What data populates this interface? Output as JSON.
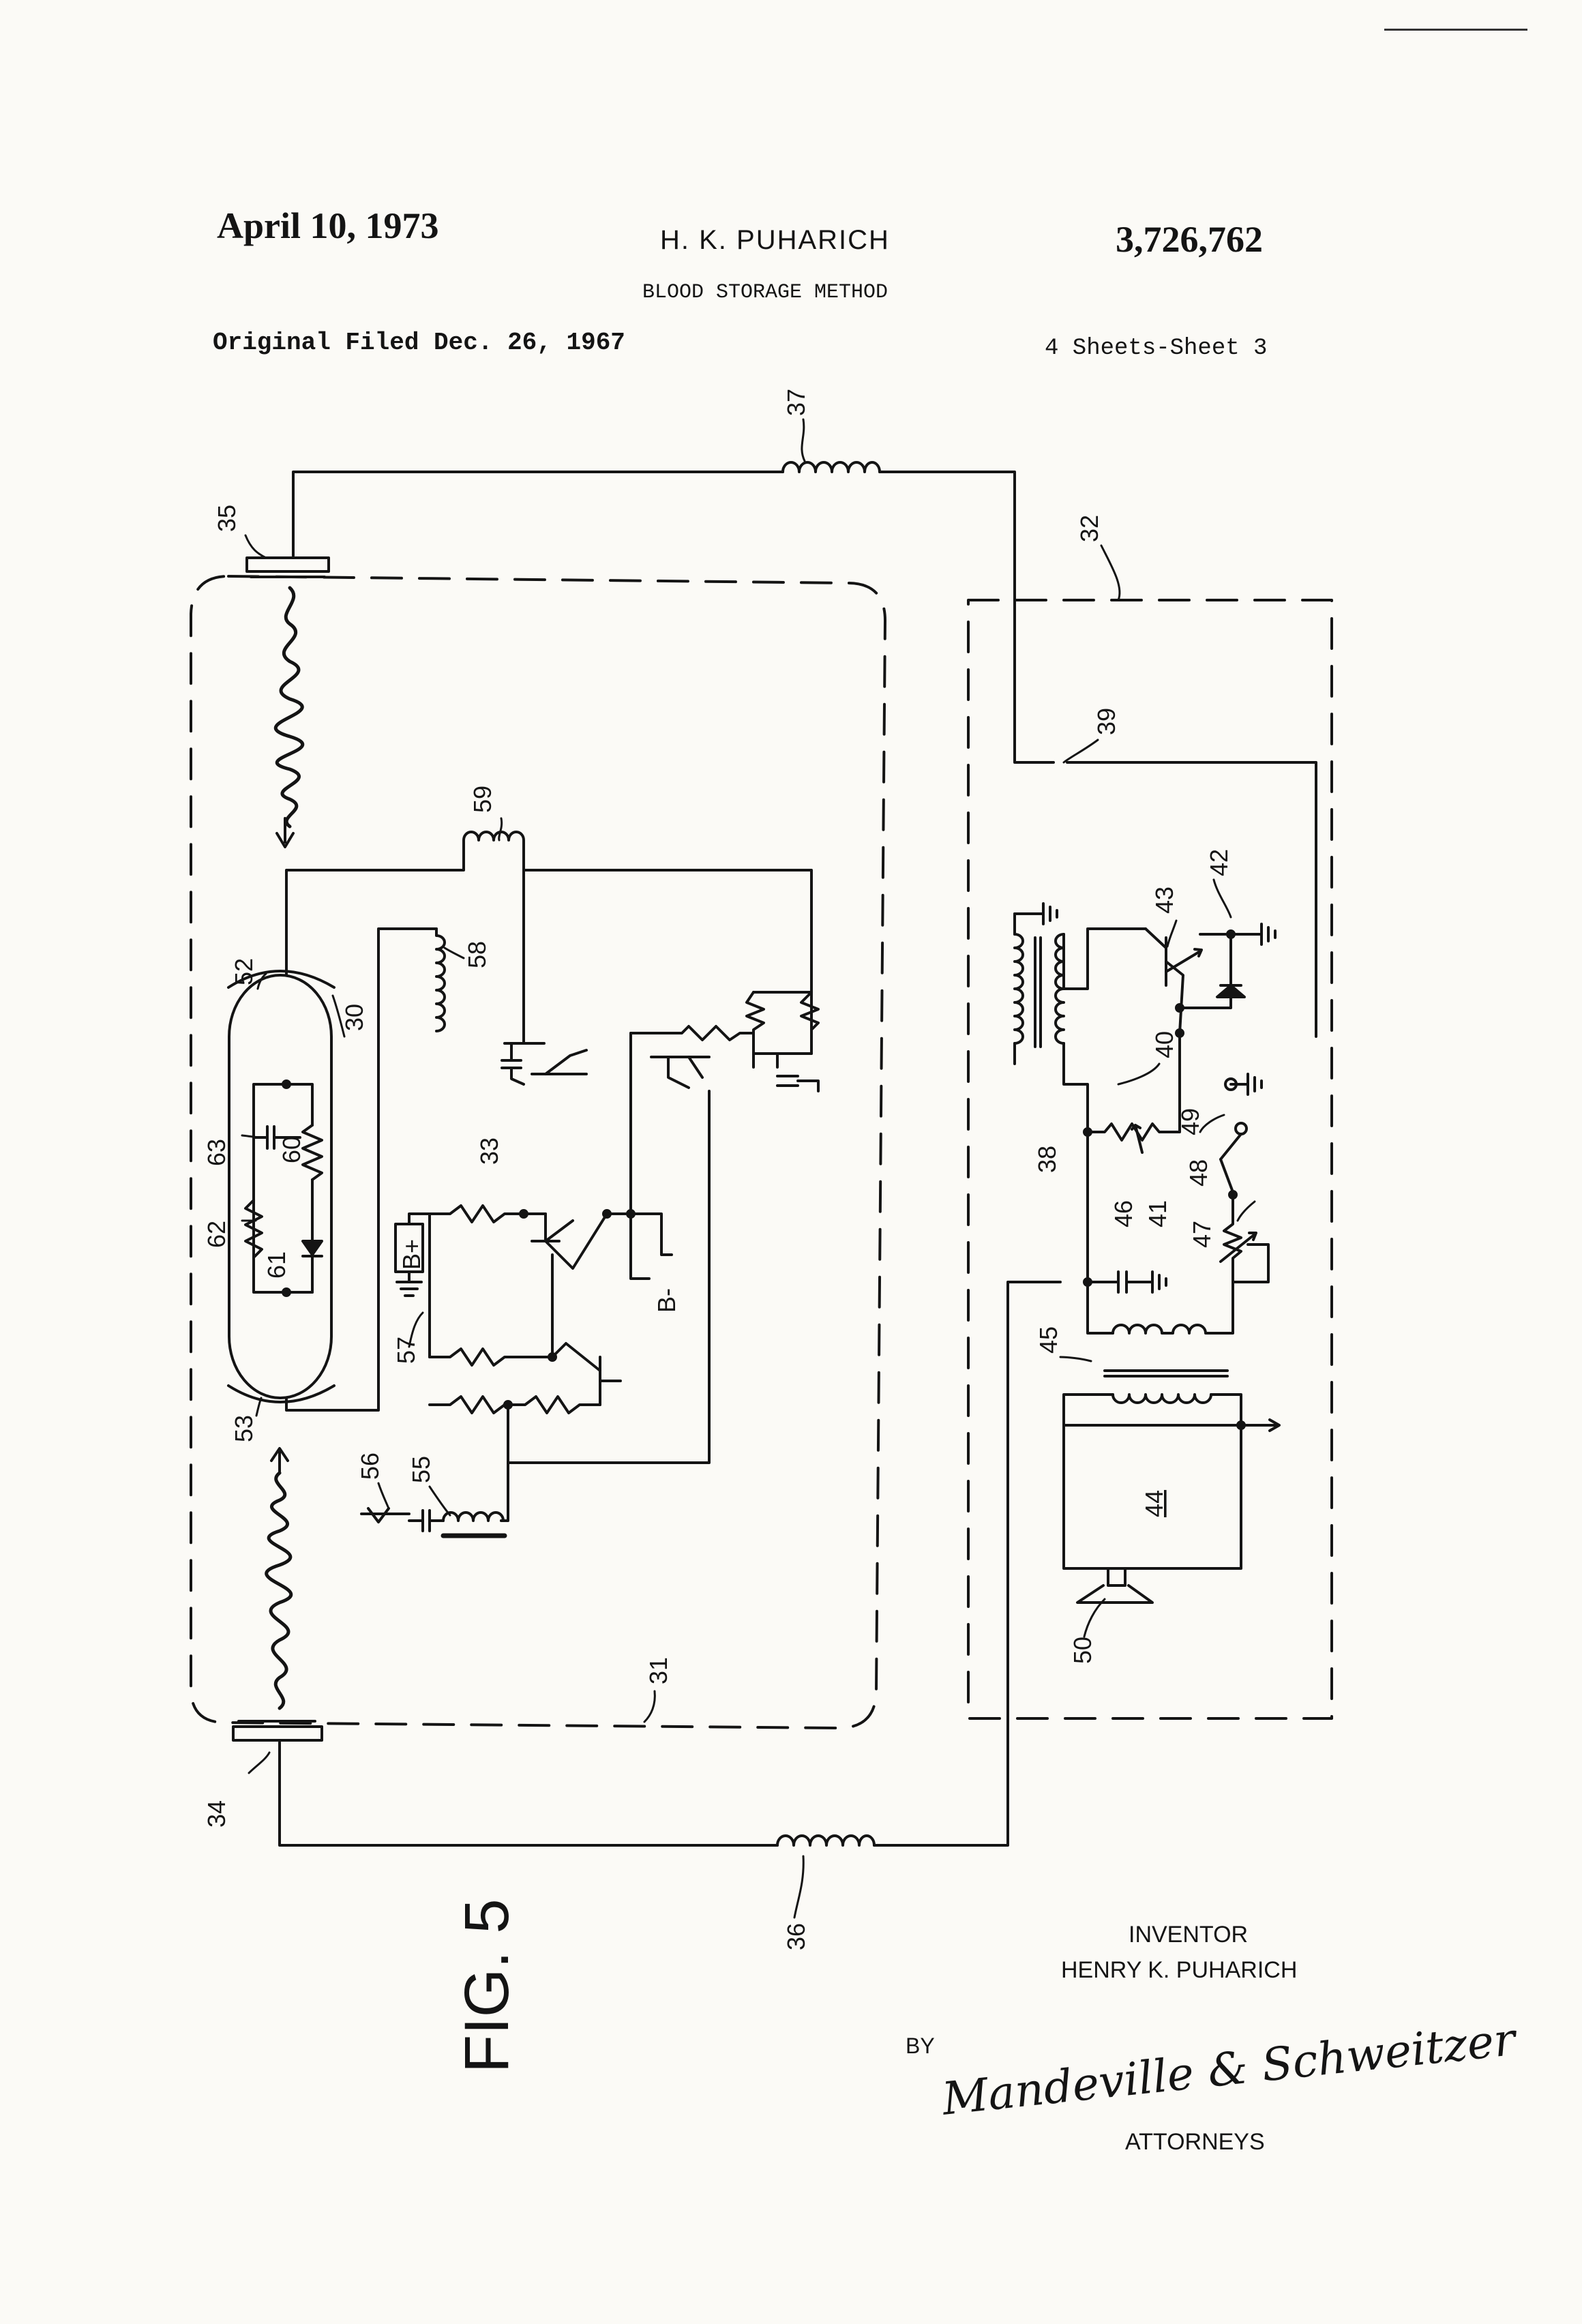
{
  "header": {
    "date": "April 10, 1973",
    "inventor_name": "H. K. PUHARICH",
    "patent_number": "3,726,762",
    "title": "BLOOD STORAGE METHOD",
    "filed": "Original Filed Dec. 26, 1967",
    "sheets": "4 Sheets-Sheet 3"
  },
  "figure": {
    "label": "FIG. 5",
    "refs": {
      "r30": "30",
      "r31": "31",
      "r32": "32",
      "r33": "33",
      "r34": "34",
      "r35": "35",
      "r36": "36",
      "r37": "37",
      "r38": "38",
      "r39": "39",
      "r40": "40",
      "r41": "41",
      "r42": "42",
      "r43": "43",
      "r44": "44",
      "r45": "45",
      "r46": "46",
      "r47": "47",
      "r48": "48",
      "r49": "49",
      "r50": "50",
      "r52": "52",
      "r53": "53",
      "r55": "55",
      "r56": "56",
      "r57": "57",
      "r58": "58",
      "r59": "59",
      "r60": "60",
      "r61": "61",
      "r62": "62",
      "r63": "63"
    },
    "supply": {
      "bplus": "B+",
      "bminus": "B-"
    }
  },
  "footer": {
    "inventor_heading": "INVENTOR",
    "inventor_full": "HENRY K. PUHARICH",
    "by": "BY",
    "signature": "Mandeville & Schweitzer",
    "attorneys": "ATTORNEYS"
  }
}
